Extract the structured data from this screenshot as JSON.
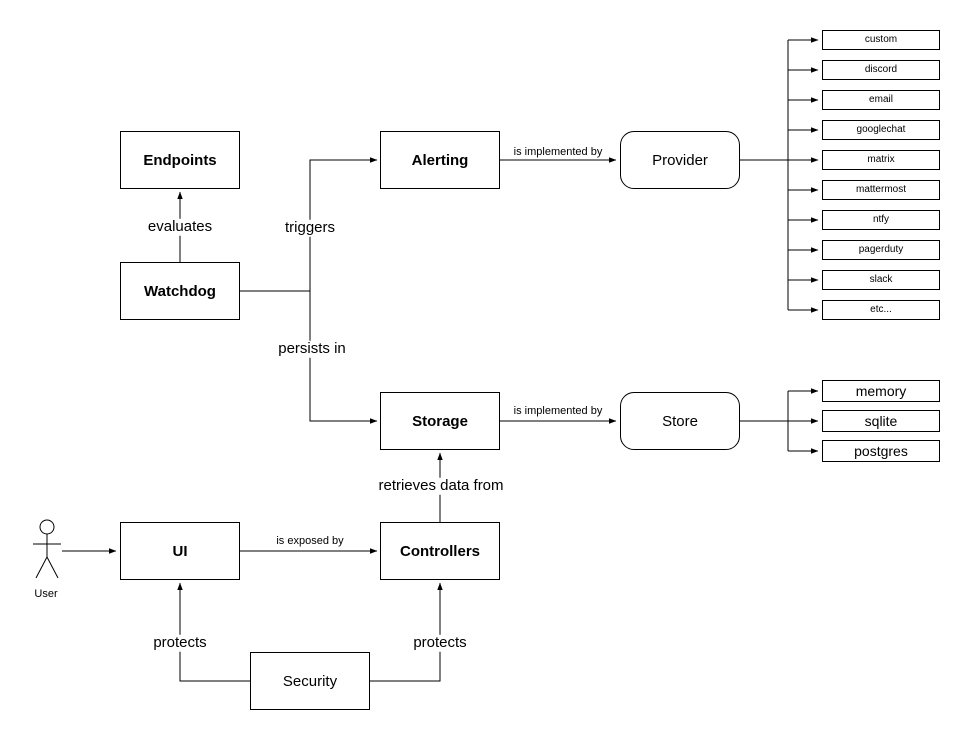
{
  "nodes": {
    "endpoints": "Endpoints",
    "watchdog": "Watchdog",
    "alerting": "Alerting",
    "provider": "Provider",
    "storage": "Storage",
    "store": "Store",
    "ui": "UI",
    "controllers": "Controllers",
    "security": "Security",
    "user": "User"
  },
  "edges": {
    "evaluates": "evaluates",
    "triggers": "triggers",
    "persists_in": "persists in",
    "alerting_implemented_by": "is implemented by",
    "storage_implemented_by": "is implemented by",
    "retrieves_data_from": "retrieves data from",
    "is_exposed_by": "is exposed by",
    "protects_ui": "protects",
    "protects_controllers": "protects"
  },
  "providers": {
    "items": [
      "custom",
      "discord",
      "email",
      "googlechat",
      "matrix",
      "mattermost",
      "ntfy",
      "pagerduty",
      "slack",
      "etc..."
    ]
  },
  "stores": {
    "items": [
      "memory",
      "sqlite",
      "postgres"
    ]
  },
  "colors": {
    "line": "#000000",
    "box_border": "#000000",
    "box_fill": "#ffffff",
    "background": "#ffffff"
  }
}
